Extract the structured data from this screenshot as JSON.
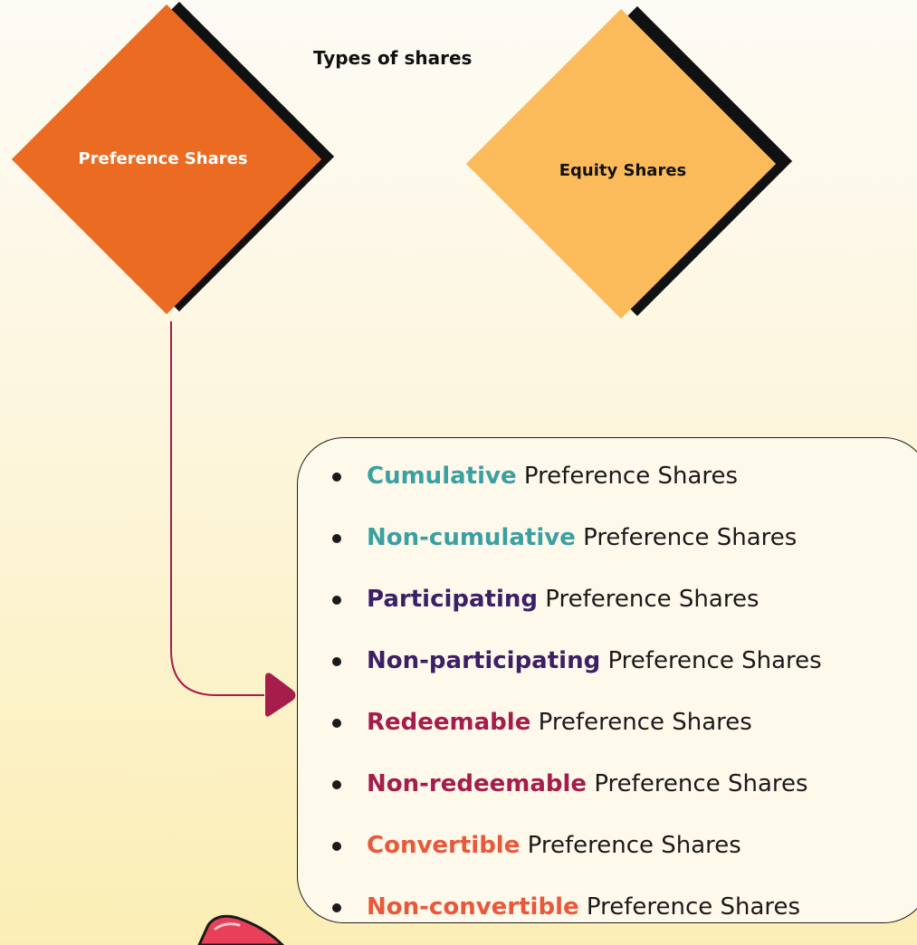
{
  "title": "Types of shares",
  "preference_diamond": {
    "label": "Preference Shares",
    "color": "#ec6b22",
    "text_color": "#ffffff"
  },
  "equity_diamond": {
    "label": "Equity Shares",
    "color": "#fbbb5a",
    "text_color": "#111111"
  },
  "connector_color": "#a51d4a",
  "list": {
    "suffix": "Preference Shares",
    "items": [
      {
        "keyword": "Cumulative",
        "color": "#3aa0a0"
      },
      {
        "keyword": "Non-cumulative",
        "color": "#3aa0a0"
      },
      {
        "keyword": "Participating",
        "color": "#3d1f66"
      },
      {
        "keyword": "Non-participating",
        "color": "#3d1f66"
      },
      {
        "keyword": "Redeemable",
        "color": "#a51d4a"
      },
      {
        "keyword": "Non-redeemable",
        "color": "#a51d4a"
      },
      {
        "keyword": "Convertible",
        "color": "#e8593b"
      },
      {
        "keyword": "Non-convertible",
        "color": "#e8593b"
      }
    ]
  },
  "decoration": {
    "icon": "rocket-icon",
    "color": "#e8405a"
  }
}
